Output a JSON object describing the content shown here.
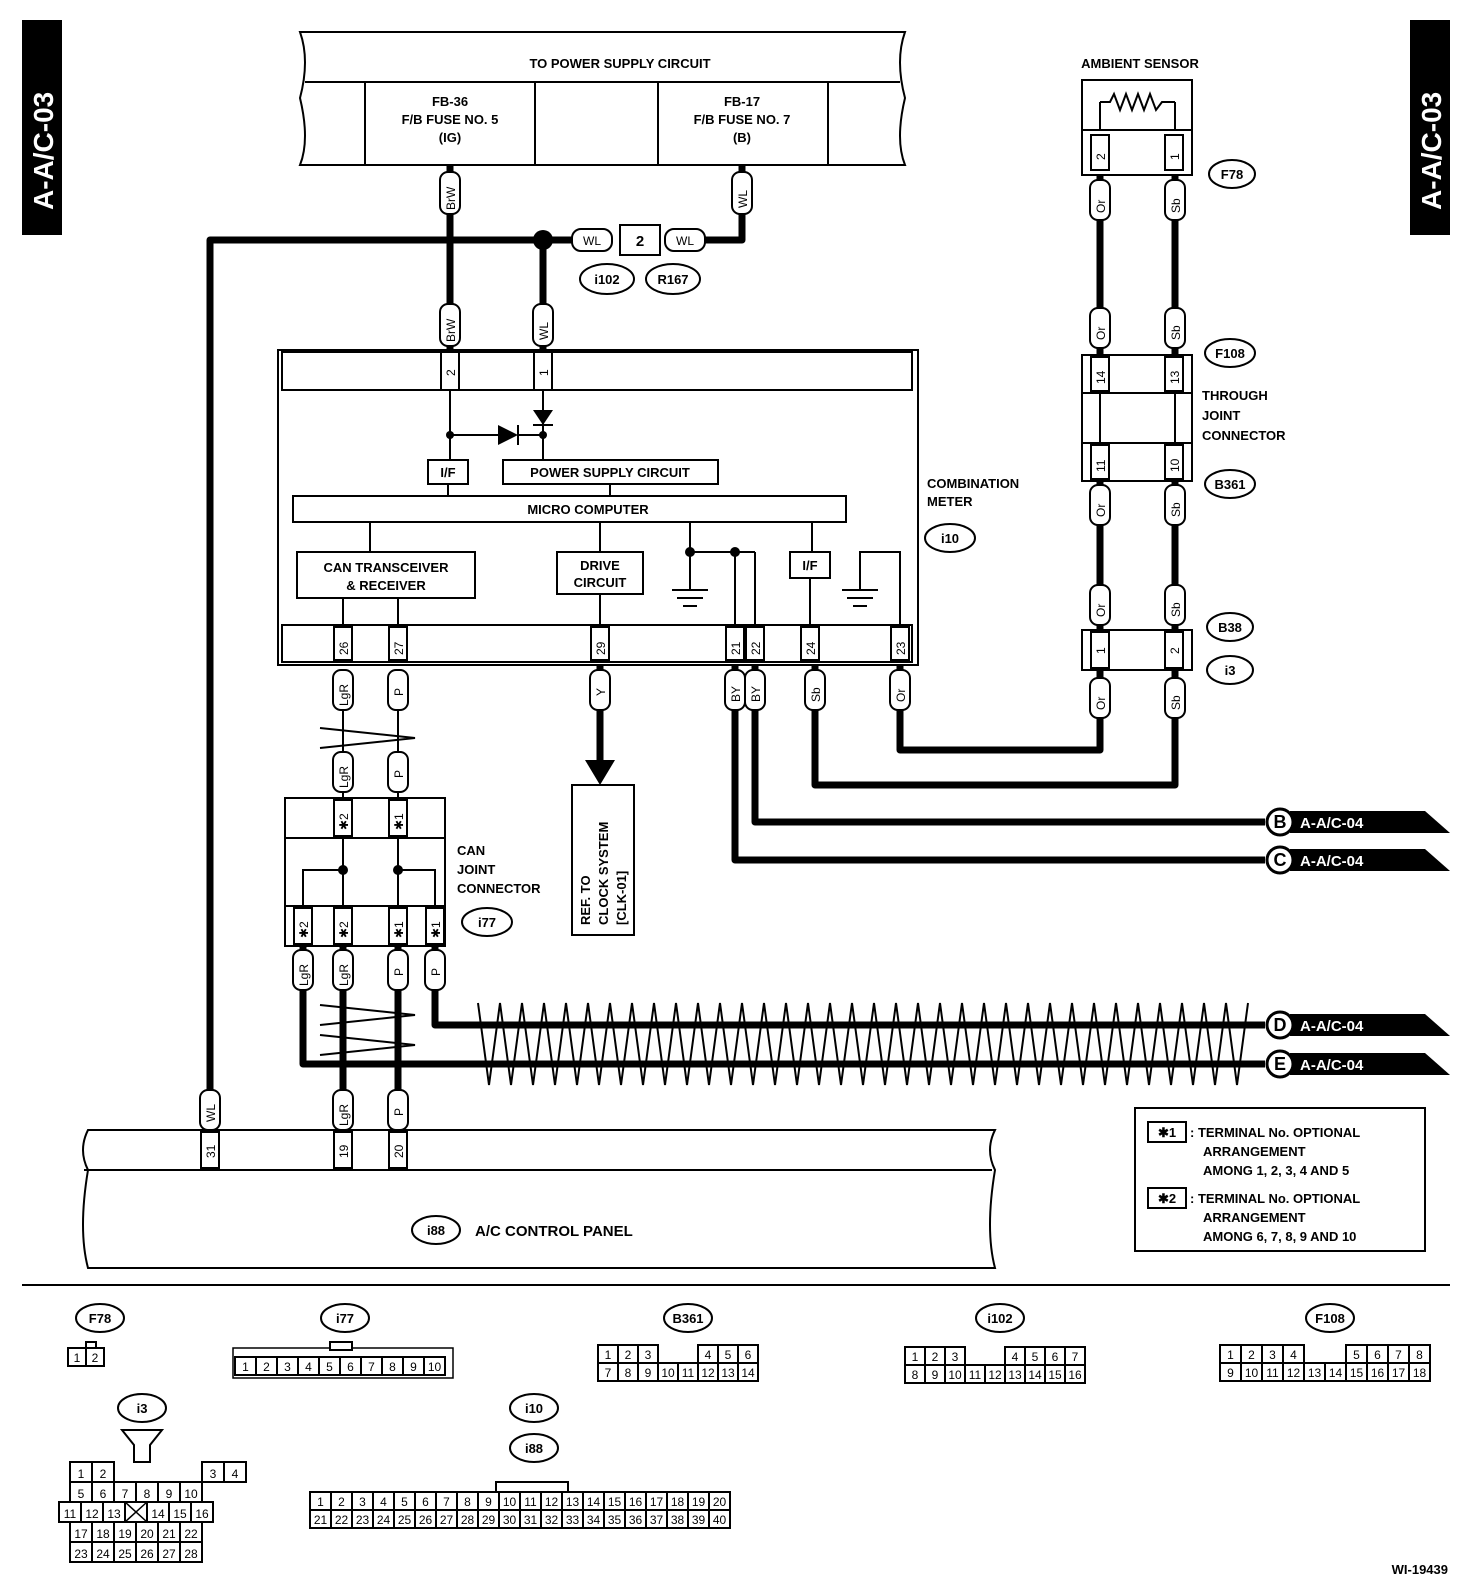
{
  "side_tag": "A-A/C-03",
  "doc_id": "WI-19439",
  "power": {
    "title": "TO POWER SUPPLY CIRCUIT",
    "fuse1": [
      "FB-36",
      "F/B FUSE NO. 5",
      "(IG)"
    ],
    "fuse2": [
      "FB-17",
      "F/B FUSE NO. 7",
      "(B)"
    ]
  },
  "ambient": {
    "title": "AMBIENT SENSOR"
  },
  "joint": {
    "label": [
      "THROUGH",
      "JOINT",
      "CONNECTOR"
    ]
  },
  "meter": {
    "label": [
      "COMBINATION",
      "METER"
    ],
    "id": "i10",
    "ps": "POWER SUPPLY CIRCUIT",
    "if": "I/F",
    "mc": "MICRO COMPUTER",
    "can": [
      "CAN TRANSCEIVER",
      "& RECEIVER"
    ],
    "drive": [
      "DRIVE",
      "CIRCUIT"
    ]
  },
  "can_joint": {
    "label": [
      "CAN",
      "JOINT",
      "CONNECTOR"
    ],
    "id": "i77"
  },
  "ref": [
    "REF. TO",
    "CLOCK SYSTEM",
    "[CLK-01]"
  ],
  "panel": {
    "id": "i88",
    "label": "A/C CONTROL PANEL"
  },
  "connectors": {
    "i102": "i102",
    "R167": "R167",
    "F78": "F78",
    "F108": "F108",
    "B361": "B361",
    "B38": "B38",
    "i3": "i3"
  },
  "wires": {
    "BrW": "BrW",
    "WL": "WL",
    "Or": "Or",
    "Sb": "Sb",
    "LgR": "LgR",
    "P": "P",
    "Y": "Y",
    "BY": "BY"
  },
  "terminals": {
    "t2": "2",
    "t1": "1",
    "t14": "14",
    "t13": "13",
    "t11": "11",
    "t10": "10",
    "t26": "26",
    "t27": "27",
    "t29": "29",
    "t21": "21",
    "t22": "22",
    "t24": "24",
    "t23": "23",
    "t31": "31",
    "t19": "19",
    "t20": "20",
    "s1": "✱1",
    "s2": "✱2"
  },
  "offpage": [
    {
      "letter": "B",
      "ref": "A-A/C-04"
    },
    {
      "letter": "C",
      "ref": "A-A/C-04"
    },
    {
      "letter": "D",
      "ref": "A-A/C-04"
    },
    {
      "letter": "E",
      "ref": "A-A/C-04"
    }
  ],
  "legend": {
    "k1": "✱1",
    "t1": [
      ": TERMINAL No. OPTIONAL",
      "ARRANGEMENT",
      "AMONG 1, 2, 3, 4 AND 5"
    ],
    "k2": "✱2",
    "t2": [
      ": TERMINAL No. OPTIONAL",
      "ARRANGEMENT",
      "AMONG 6, 7, 8, 9 AND 10"
    ]
  },
  "pinouts": {
    "F78": [
      [
        "1",
        "2"
      ]
    ],
    "i77": [
      [
        "1",
        "2",
        "3",
        "4",
        "5",
        "6",
        "7",
        "8",
        "9",
        "10"
      ]
    ],
    "B361": [
      [
        "1",
        "2",
        "3",
        "4",
        "5",
        "6"
      ],
      [
        "7",
        "8",
        "9",
        "10",
        "11",
        "12",
        "13",
        "14"
      ]
    ],
    "i102": [
      [
        "1",
        "2",
        "3",
        "4",
        "5",
        "6",
        "7"
      ],
      [
        "8",
        "9",
        "10",
        "11",
        "12",
        "13",
        "14",
        "15",
        "16"
      ]
    ],
    "F108": [
      [
        "1",
        "2",
        "3",
        "4",
        "5",
        "6",
        "7",
        "8"
      ],
      [
        "9",
        "10",
        "11",
        "12",
        "13",
        "14",
        "15",
        "16",
        "17",
        "18"
      ]
    ],
    "i3": [
      [
        "1",
        "2",
        "3",
        "4"
      ],
      [
        "5",
        "6",
        "7",
        "8",
        "9",
        "10"
      ],
      [
        "11",
        "12",
        "13",
        "14",
        "15",
        "16"
      ],
      [
        "17",
        "18",
        "19",
        "20",
        "21",
        "22"
      ],
      [
        "23",
        "24",
        "25",
        "26",
        "27",
        "28"
      ]
    ],
    "i10_i88": [
      [
        "1",
        "2",
        "3",
        "4",
        "5",
        "6",
        "7",
        "8",
        "9",
        "10",
        "11",
        "12",
        "13",
        "14",
        "15",
        "16",
        "17",
        "18",
        "19",
        "20"
      ],
      [
        "21",
        "22",
        "23",
        "24",
        "25",
        "26",
        "27",
        "28",
        "29",
        "30",
        "31",
        "32",
        "33",
        "34",
        "35",
        "36",
        "37",
        "38",
        "39",
        "40"
      ]
    ]
  },
  "pinout_labels": {
    "F78": "F78",
    "i77": "i77",
    "B361": "B361",
    "i102": "i102",
    "F108": "F108",
    "i3": "i3",
    "i10": "i10",
    "i88": "i88"
  }
}
